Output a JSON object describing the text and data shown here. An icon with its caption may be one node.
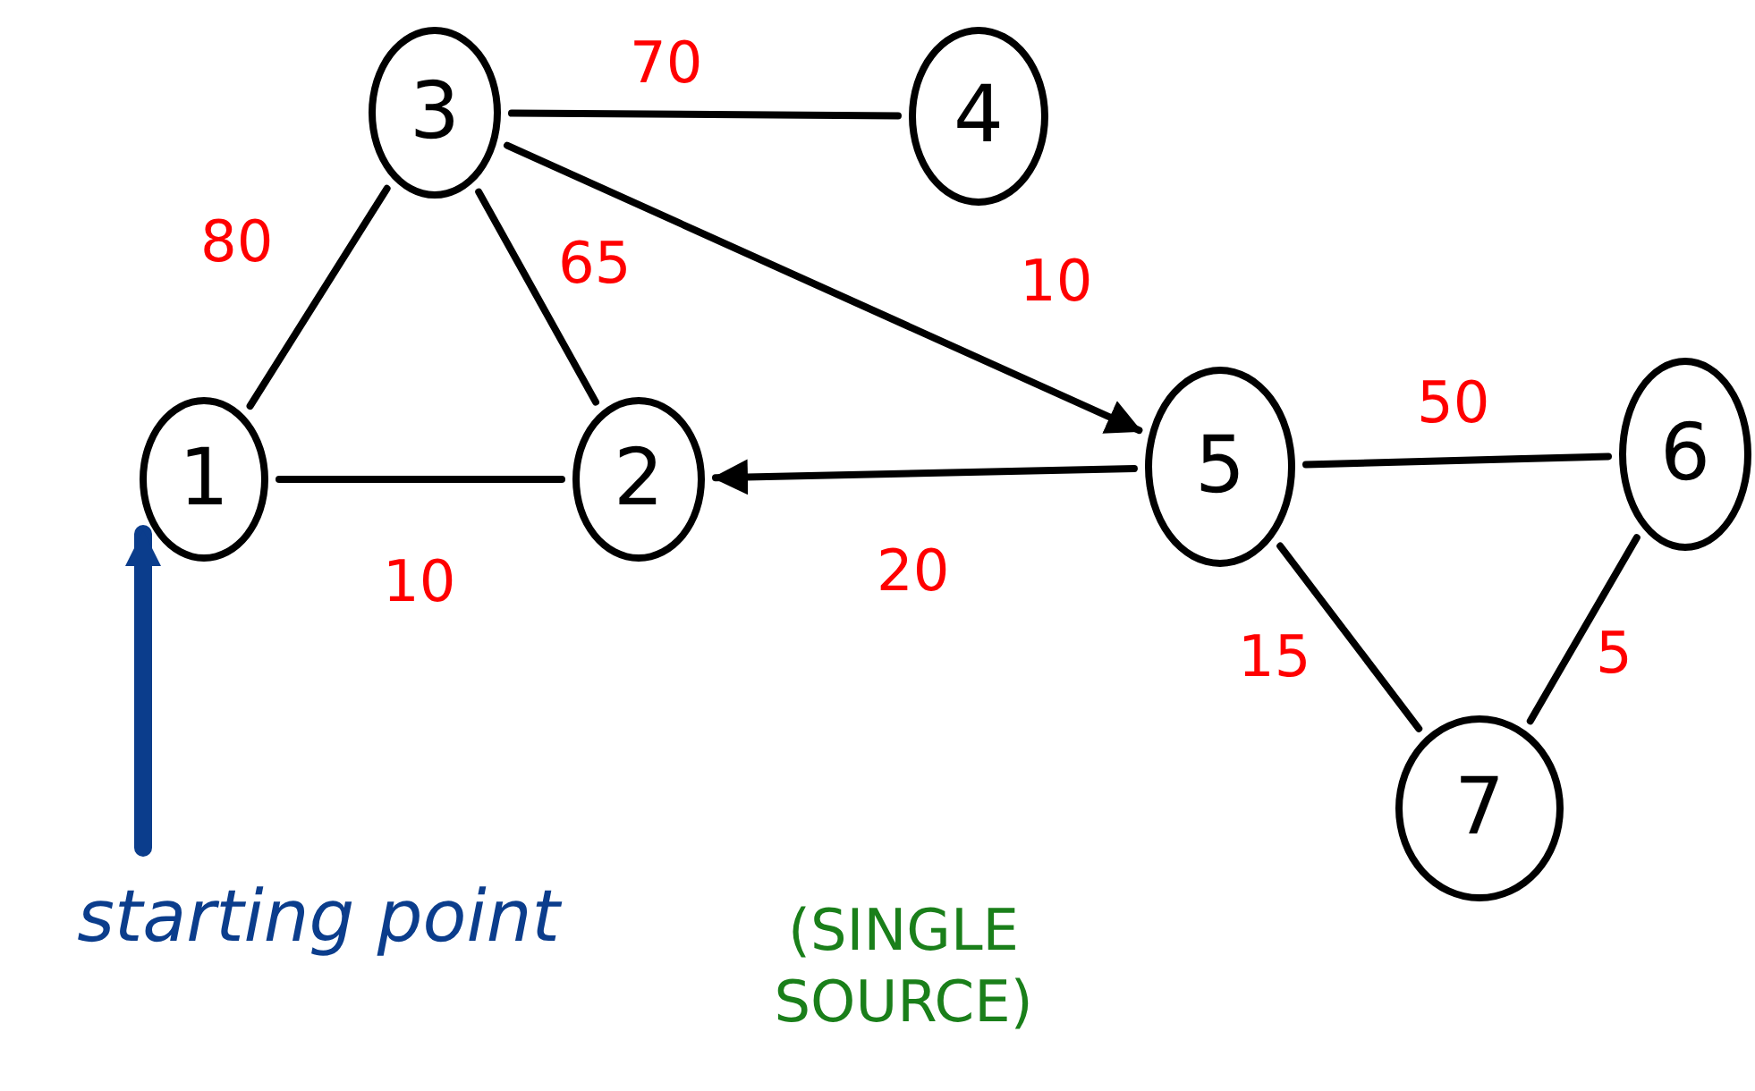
{
  "diagram": {
    "nodes": [
      {
        "text": [
          "1"
        ]
      },
      {
        "text": [
          "2"
        ]
      },
      {
        "text": [
          "3"
        ]
      },
      {
        "text": [
          "4"
        ]
      },
      {
        "text": [
          "5"
        ]
      },
      {
        "text": [
          "6"
        ]
      },
      {
        "text": [
          "7"
        ]
      },
      {
        "text": [
          "starting point"
        ]
      }
    ],
    "edges": [
      {
        "from": 2,
        "to": 0,
        "label": "80",
        "arrow": "none"
      },
      {
        "from": 2,
        "to": 1,
        "label": "65",
        "arrow": "none"
      },
      {
        "from": 0,
        "to": 1,
        "label": "10",
        "arrow": "none"
      },
      {
        "from": 2,
        "to": 3,
        "label": "70",
        "arrow": "none"
      },
      {
        "from": 2,
        "to": 4,
        "label": "10",
        "arrow": "to"
      },
      {
        "from": 4,
        "to": 1,
        "label": "20",
        "arrow": "to"
      },
      {
        "from": 4,
        "to": 5,
        "label": "50",
        "arrow": "none"
      },
      {
        "from": 4,
        "to": 6,
        "label": "15",
        "arrow": "none"
      },
      {
        "from": 5,
        "to": 6,
        "label": "5",
        "arrow": "none"
      },
      {
        "from": 7,
        "to": 0,
        "arrow": "to",
        "style": "thick",
        "color": "#0b3d8c"
      }
    ],
    "labels": [
      "(SINGLE SOURCE)"
    ]
  }
}
